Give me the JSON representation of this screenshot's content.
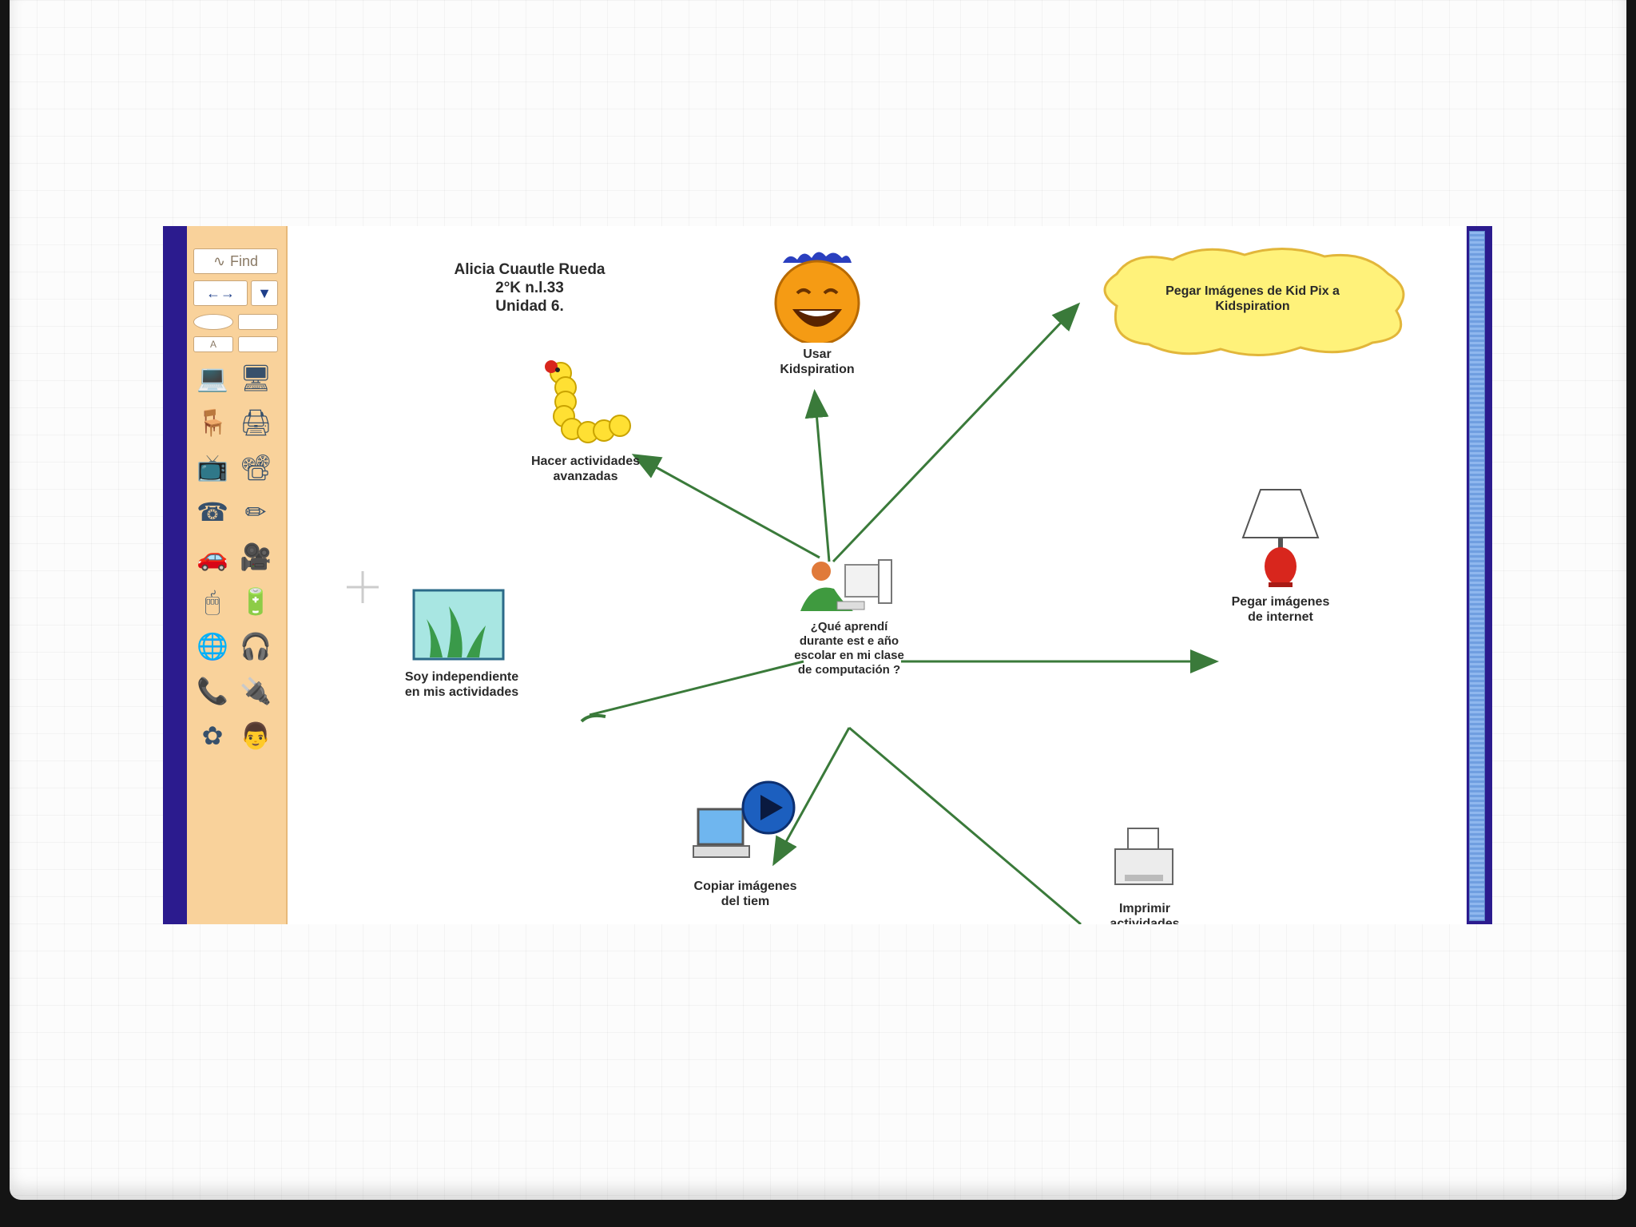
{
  "toolbar": {
    "find_label": "Find",
    "arrow_label": "←→",
    "dropdown_label": "▼",
    "small_label": "A",
    "icons": [
      "computer-icon",
      "laptop-icon",
      "chair-icon",
      "scanner-icon",
      "monitor-icon",
      "projector-icon",
      "telephone-icon",
      "remote-icon",
      "car-icon",
      "camera-icon",
      "mouse-icon",
      "battery-icon",
      "globe-icon",
      "headphones-icon",
      "phone-handset-icon",
      "plug-icon",
      "bee-icon",
      "workstation-icon"
    ]
  },
  "header": {
    "author": "Alicia Cuautle Rueda",
    "group": "2°K n.l.33",
    "unit": "Unidad 6."
  },
  "diagram": {
    "center_label": "¿Qué aprendí durante est e año escolar en mi clase de computación ?",
    "nodes": {
      "usar": "Usar Kidspiration",
      "pegar_kidpix": "Pegar Imágenes de Kid Pix a Kidspiration",
      "hacer": "Hacer actividades avanzadas",
      "pegar_internet": "Pegar imágenes de internet",
      "soy": "Soy independiente en mis actividades",
      "copiar": "Copiar imágenes del tiem",
      "imprimir": "Imprimir actividades"
    }
  },
  "colors": {
    "link": "#3a7a3a",
    "toolbar": "#f9d29b",
    "frame": "#2b1b8e",
    "cloud": "#fff27a"
  }
}
